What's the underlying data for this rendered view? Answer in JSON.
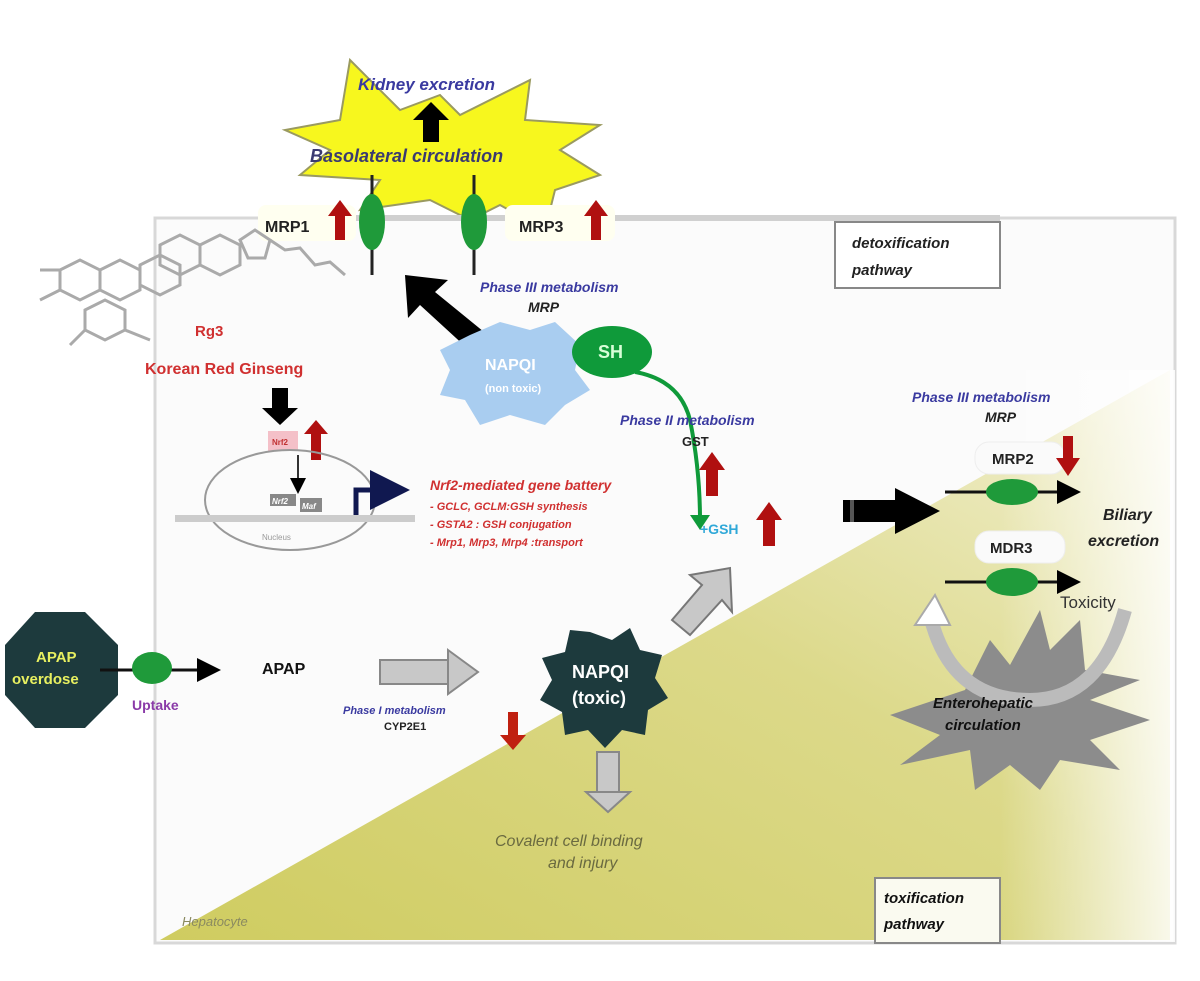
{
  "diagram": {
    "kidney_excretion": "Kidney excretion",
    "basolateral_circulation": "Basolateral circulation",
    "mrp1": "MRP1",
    "mrp3": "MRP3",
    "detox_box": [
      "detoxification",
      "pathway"
    ],
    "phase3_top": "Phase III metabolism",
    "mrp_top": "MRP",
    "rg3": "Rg3",
    "korean_red_ginseng": "Korean Red Ginseng",
    "napqi_nontoxic": [
      "NAPQI",
      "(non toxic)"
    ],
    "sh": "SH",
    "phase2": "Phase II metabolism",
    "gst": "GST",
    "nrf2": "Nrf2",
    "nrf2_nucleus": "Nrf2",
    "maf": "Maf",
    "nucleus": "Nucleus",
    "gene_battery_title": "Nrf2-mediated gene battery",
    "gene_battery_items": [
      "- GCLC, GCLM:GSH synthesis",
      "- GSTA2 : GSH  conjugation",
      "- Mrp1, Mrp3, Mrp4 :transport"
    ],
    "gsh": "+GSH",
    "phase3_right": "Phase III metabolism",
    "mrp_right": "MRP",
    "mrp2": "MRP2",
    "mdr3": "MDR3",
    "biliary_excretion": [
      "Biliary",
      "excretion"
    ],
    "toxicity": "Toxicity",
    "enterohepatic": [
      "Enterohepatic",
      "circulation"
    ],
    "apap_overdose": [
      "APAP",
      "overdose"
    ],
    "uptake": "Uptake",
    "apap": "APAP",
    "phase1": "Phase I metabolism",
    "cyp2e1": "CYP2E1",
    "napqi_toxic": [
      "NAPQI",
      "(toxic)"
    ],
    "covalent": [
      "Covalent cell binding",
      "and injury"
    ],
    "hepatocyte": "Hepatocyte",
    "tox_box": [
      "toxification",
      "pathway"
    ]
  },
  "colors": {
    "yellow_burst": "#f7f71e",
    "membrane_green": "#1f9a3a",
    "up_arrow_red": "#b01010",
    "label_blue": "#3a3aa0",
    "label_red": "#d03030",
    "napqi_dark": "#1d3a3d",
    "napqi_light": "#a9cdf0",
    "sh_green": "#0f9a3a",
    "olive_tox": "#cfcc6a",
    "gsh_cyan": "#2fa8d8"
  }
}
